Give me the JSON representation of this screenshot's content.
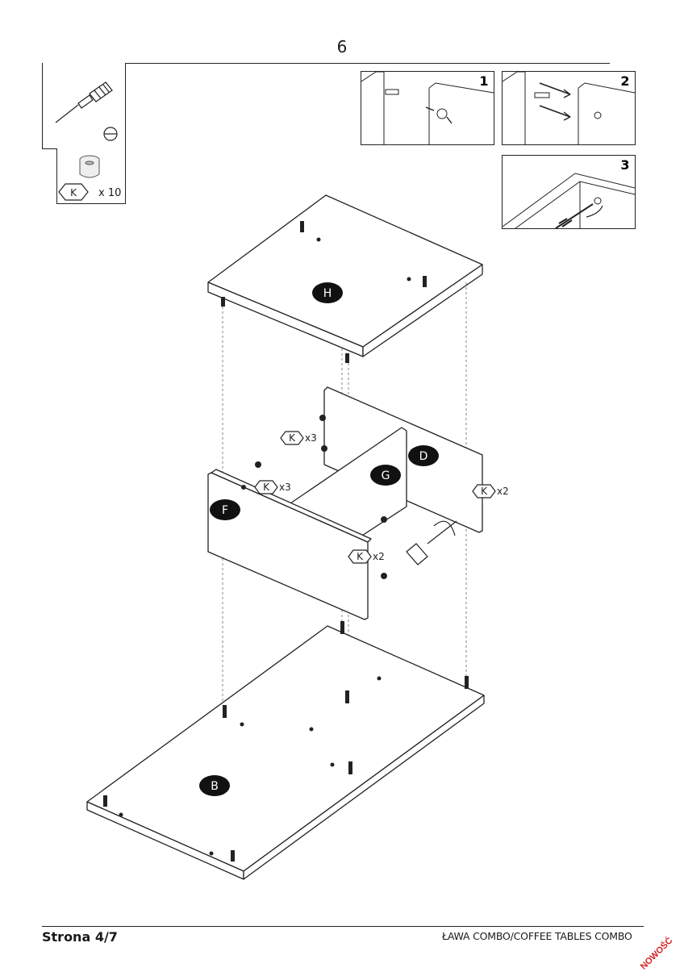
{
  "header": {
    "step_number": "6"
  },
  "parts": {
    "quantity": "x 10",
    "k_label": "K",
    "callouts": [
      "x3",
      "x3",
      "x2",
      "x2"
    ]
  },
  "details": [
    "1",
    "2",
    "3"
  ],
  "panels": [
    "H",
    "D",
    "G",
    "F",
    "B"
  ],
  "footer": {
    "page": "Strona 4/7",
    "product": "ŁAWA COMBO/COFFEE TABLES COMBO",
    "stamp": "NOWOŚĆ"
  },
  "icons": [
    "screwdriver-icon",
    "flat-head-icon",
    "cam-lock-icon",
    "dowel-icon"
  ],
  "colors": {
    "ink": "#1a1a1a",
    "stamp": "#d12020"
  }
}
